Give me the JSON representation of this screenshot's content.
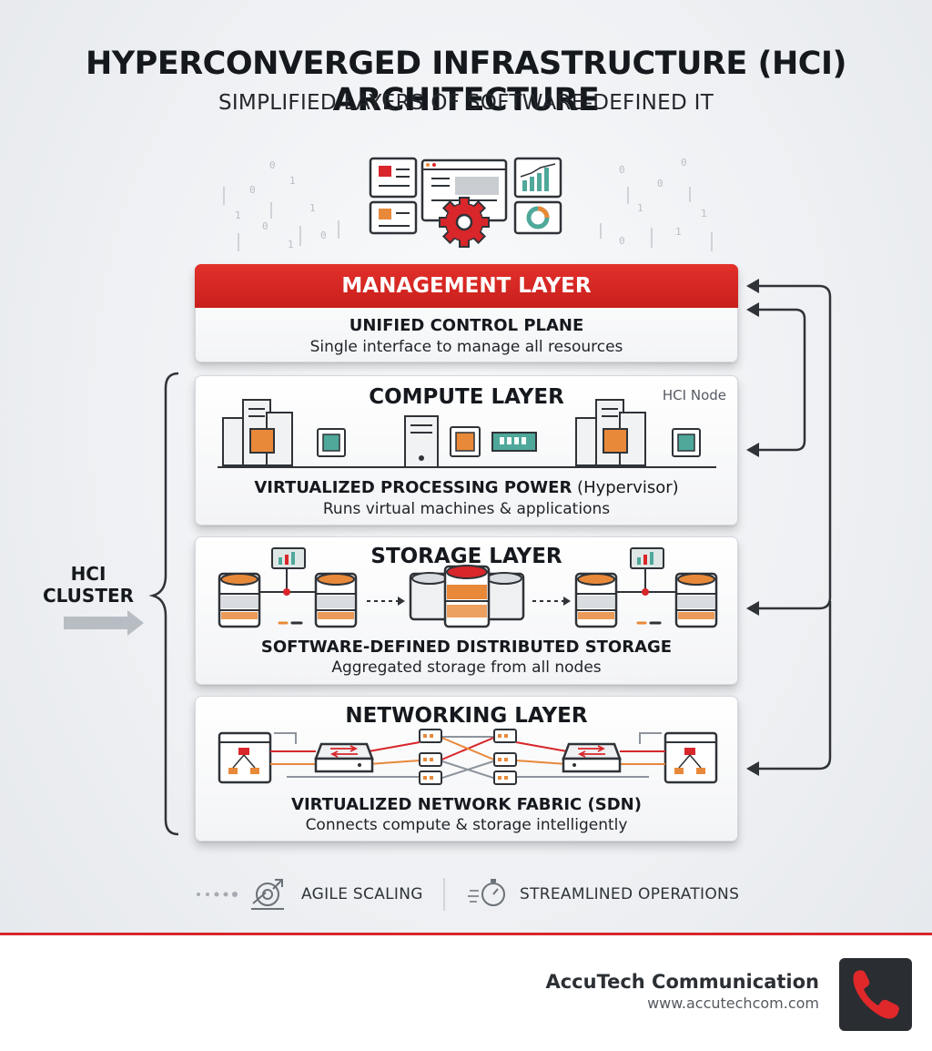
{
  "title": "HYPERCONVERGED INFRASTRUCTURE (HCI) ARCHITECTURE",
  "subtitle": "SIMPLIFIED LAYERS OF SOFTWARE-DEFINED IT",
  "layers": [
    {
      "name": "MANAGEMENT LAYER",
      "heading": "UNIFIED CONTROL PLANE",
      "description": "Single interface to manage all resources"
    },
    {
      "name": "COMPUTE LAYER",
      "heading": "VIRTUALIZED PROCESSING POWER",
      "heading_suffix": " (Hypervisor)",
      "description": "Runs virtual machines & applications",
      "tag": "HCI Node"
    },
    {
      "name": "STORAGE LAYER",
      "heading": "SOFTWARE-DEFINED DISTRIBUTED STORAGE",
      "description": "Aggregated storage from all nodes"
    },
    {
      "name": "NETWORKING LAYER",
      "heading": "VIRTUALIZED NETWORK FABRIC (SDN)",
      "description": "Connects compute & storage intelligently"
    }
  ],
  "cluster_label_line1": "HCI",
  "cluster_label_line2": "CLUSTER",
  "features": [
    {
      "label": "AGILE SCALING",
      "icon": "scaling-gear-icon"
    },
    {
      "label": "STREAMLINED OPERATIONS",
      "icon": "stopwatch-icon"
    }
  ],
  "company": {
    "name": "AccuTech Communication",
    "url": "www.accutechcom.com",
    "logo_icon": "phone-icon"
  },
  "colors": {
    "accent_red": "#d8262a",
    "orange": "#e8893a",
    "teal": "#4fa89a",
    "dark": "#2f3338"
  }
}
